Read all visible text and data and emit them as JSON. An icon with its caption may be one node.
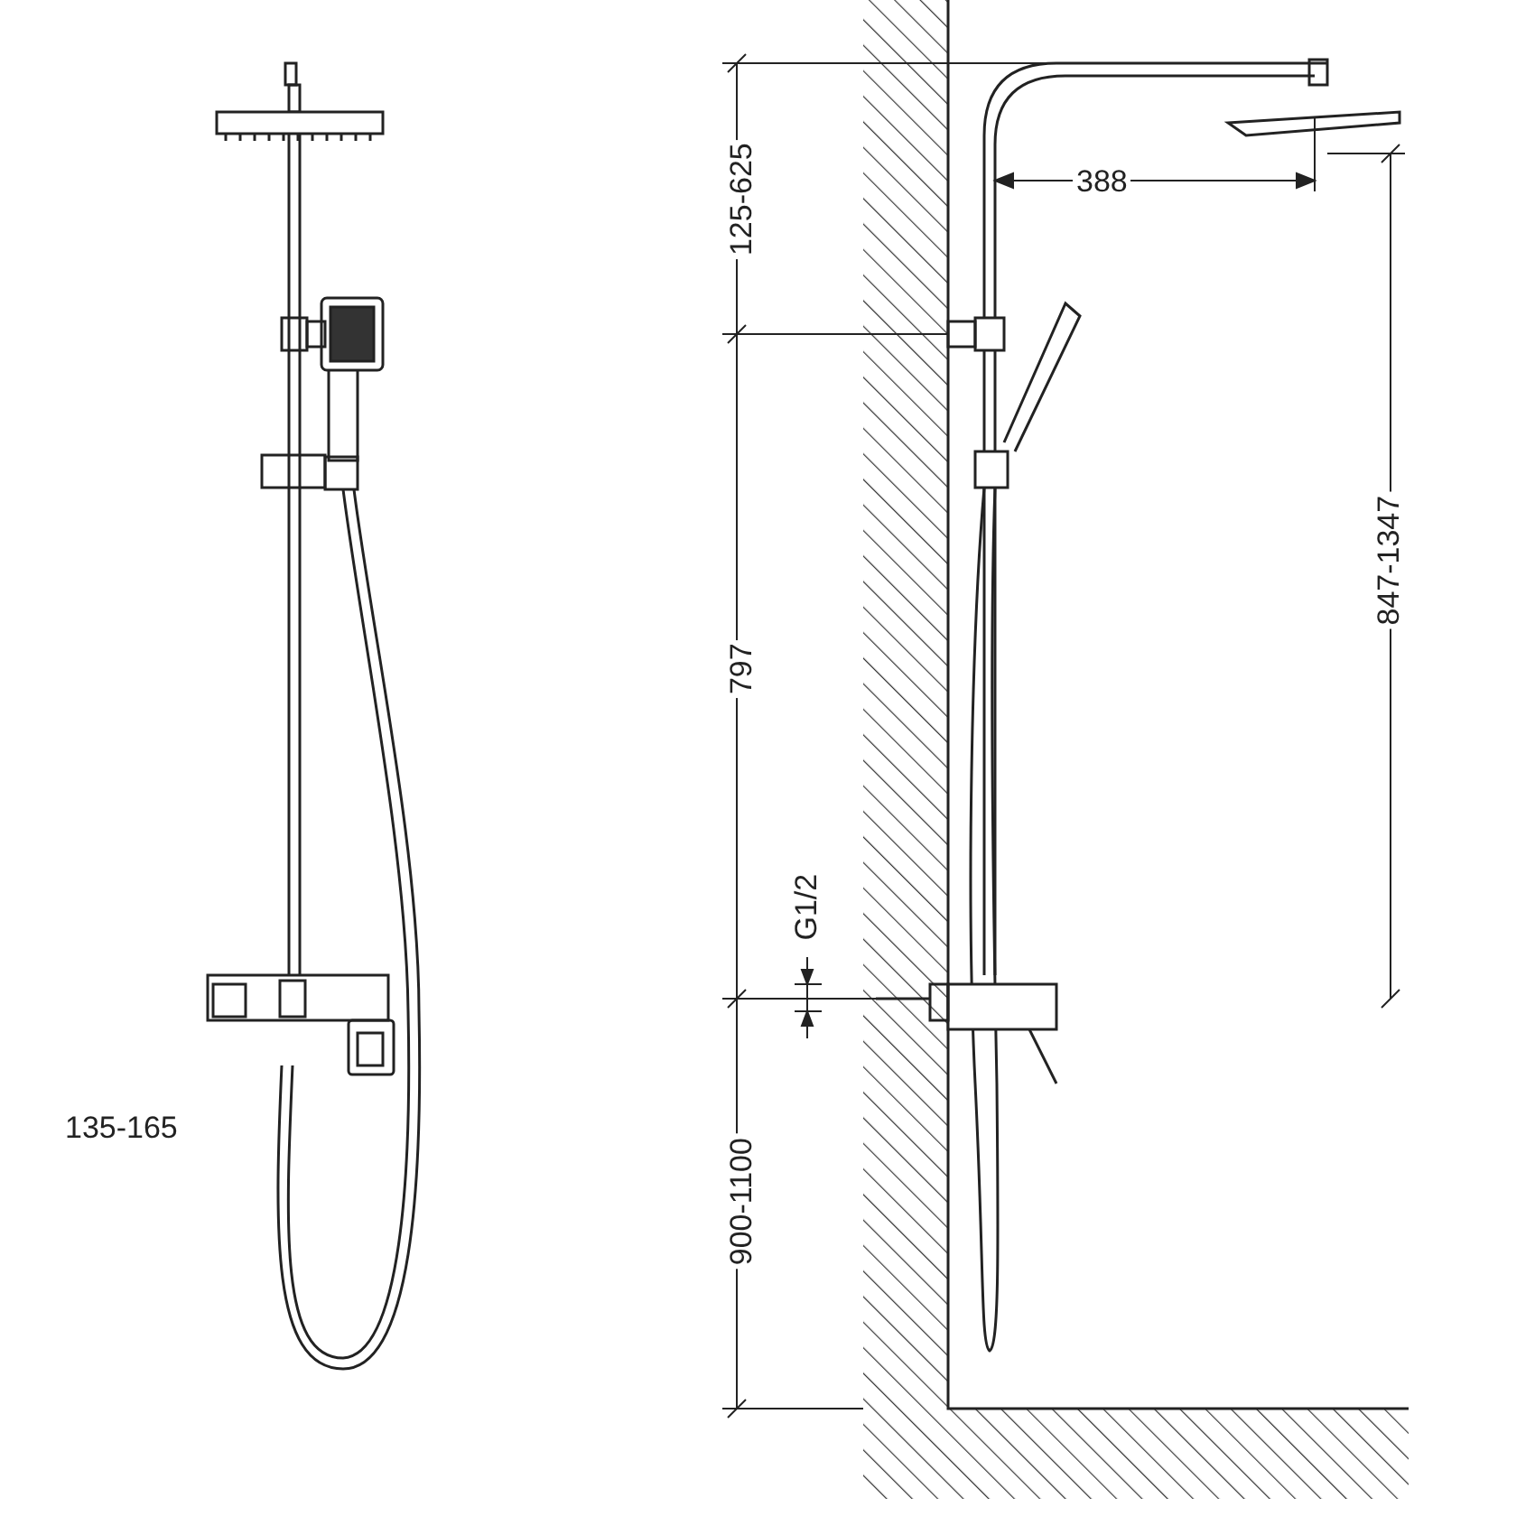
{
  "diagram": {
    "labels": [
      "125-625",
      "388",
      "797",
      "847-1347",
      "G1/2",
      "900-1100",
      "135-165"
    ]
  }
}
